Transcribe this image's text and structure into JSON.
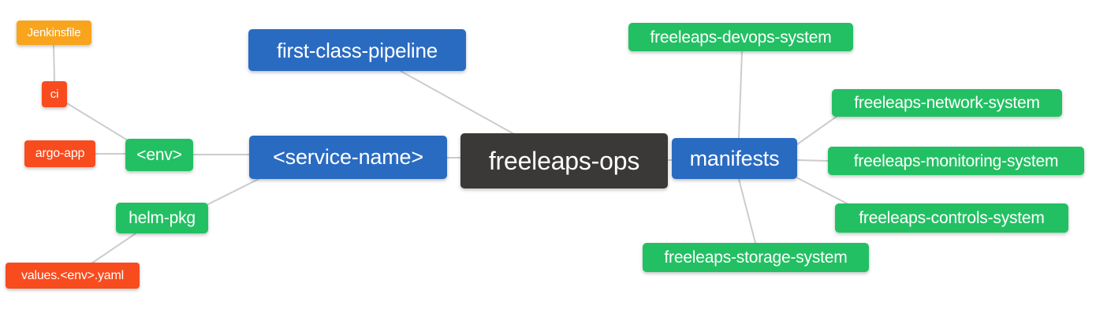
{
  "diagram": {
    "type": "mindmap",
    "root_label": "freeleaps-ops",
    "colors": {
      "root_bg": "#3B3938",
      "branch_blue_bg": "#2A6BC2",
      "leaf_green_bg": "#23C063",
      "leaf_red_bg": "#F84C1E",
      "leaf_amber_bg": "#F8A51D",
      "edge": "#CCCCCC",
      "node_text": "#FFFFFF",
      "background": "#FFFFFF"
    },
    "nodes": {
      "root": {
        "label": "freeleaps-ops",
        "bg": "#3B3938"
      },
      "first_class_pipeline": {
        "label": "first-class-pipeline",
        "bg": "#2A6BC2"
      },
      "service_name": {
        "label": "<service-name>",
        "bg": "#2A6BC2"
      },
      "manifests": {
        "label": "manifests",
        "bg": "#2A6BC2"
      },
      "env": {
        "label": "<env>",
        "bg": "#23C063"
      },
      "helm_pkg": {
        "label": "helm-pkg",
        "bg": "#23C063"
      },
      "ci": {
        "label": "ci",
        "bg": "#F84C1E"
      },
      "argo_app": {
        "label": "argo-app",
        "bg": "#F84C1E"
      },
      "jenkinsfile": {
        "label": "Jenkinsfile",
        "bg": "#F8A51D"
      },
      "values_env_yaml": {
        "label": "values.<env>.yaml",
        "bg": "#F84C1E"
      },
      "devops_system": {
        "label": "freeleaps-devops-system",
        "bg": "#23C063"
      },
      "network_system": {
        "label": "freeleaps-network-system",
        "bg": "#23C063"
      },
      "monitoring_system": {
        "label": "freeleaps-monitoring-system",
        "bg": "#23C063"
      },
      "controls_system": {
        "label": "freeleaps-controls-system",
        "bg": "#23C063"
      },
      "storage_system": {
        "label": "freeleaps-storage-system",
        "bg": "#23C063"
      }
    },
    "edges": [
      {
        "source": "freeleaps-ops",
        "target": "first-class-pipeline"
      },
      {
        "source": "freeleaps-ops",
        "target": "<service-name>"
      },
      {
        "source": "freeleaps-ops",
        "target": "manifests"
      },
      {
        "source": "<service-name>",
        "target": "<env>"
      },
      {
        "source": "<service-name>",
        "target": "helm-pkg"
      },
      {
        "source": "<env>",
        "target": "ci"
      },
      {
        "source": "<env>",
        "target": "argo-app"
      },
      {
        "source": "ci",
        "target": "Jenkinsfile"
      },
      {
        "source": "helm-pkg",
        "target": "values.<env>.yaml"
      },
      {
        "source": "manifests",
        "target": "freeleaps-devops-system"
      },
      {
        "source": "manifests",
        "target": "freeleaps-network-system"
      },
      {
        "source": "manifests",
        "target": "freeleaps-monitoring-system"
      },
      {
        "source": "manifests",
        "target": "freeleaps-controls-system"
      },
      {
        "source": "manifests",
        "target": "freeleaps-storage-system"
      }
    ]
  }
}
